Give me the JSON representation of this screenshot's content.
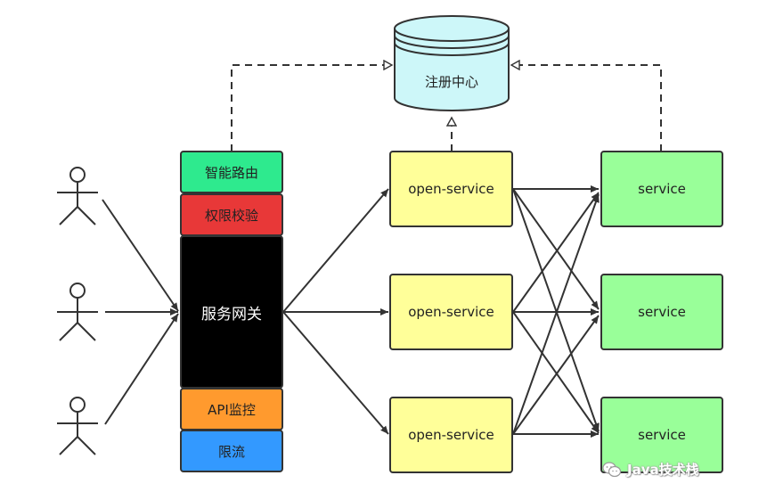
{
  "registry": {
    "label": "注册中心",
    "fill": "#cdf7f9"
  },
  "gateway": {
    "segments": [
      {
        "key": "routing",
        "label": "智能路由",
        "fill": "#2eea8e"
      },
      {
        "key": "auth",
        "label": "权限校验",
        "fill": "#e83838"
      },
      {
        "key": "core",
        "label": "服务网关",
        "fill": "#000000"
      },
      {
        "key": "monitor",
        "label": "API监控",
        "fill": "#ff9a2e"
      },
      {
        "key": "ratelimit",
        "label": "限流",
        "fill": "#3399ff"
      }
    ]
  },
  "open_services": [
    {
      "label": "open-service"
    },
    {
      "label": "open-service"
    },
    {
      "label": "open-service"
    }
  ],
  "services": [
    {
      "label": "service"
    },
    {
      "label": "service"
    },
    {
      "label": "service"
    }
  ],
  "colors": {
    "open_service_fill": "#ffff99",
    "service_fill": "#99ff99",
    "line": "#333333"
  },
  "watermark": {
    "text": "Java技术栈",
    "icon": "wechat-icon"
  }
}
